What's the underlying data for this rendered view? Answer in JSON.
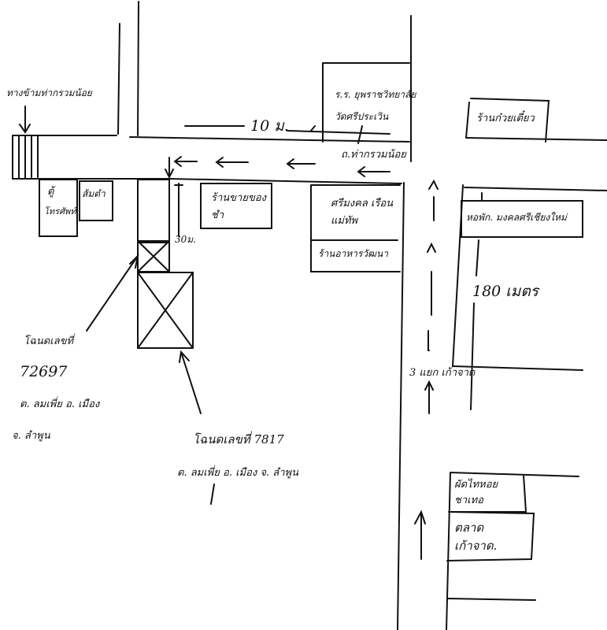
{
  "map": {
    "crosswalk_label": "ทางข้ามท่ากรวมน้อย",
    "school_label": "ร.ร. ยุพราชวิทยาลัย",
    "school_label_2": "วัดศรีประเวิน",
    "distance_10m": "10 ม.",
    "road_name": "ถ.ท่ากรวมน้อย",
    "phone_booth_1": "ตู้",
    "phone_booth_2": "โทรศัพท์",
    "somtam": "ส้มตำ",
    "grocery_1": "ร้านขายของ",
    "grocery_2": "ชำ",
    "house_1": "ศรีมงคล เรือน",
    "house_2": "แม่ทัพ",
    "restaurant": "ร้านอาหารวัฒนา",
    "distance_30m": "30ม.",
    "noodle_shop": "ร้านก๋วยเตี๋ยว",
    "dormitory": "หอพัก. มงคลศรีเชียงใหม่",
    "distance_180m": "180 เมตร",
    "junction": "3 แยก เก้าจาด",
    "padthai_1": "ผัดไทหอย",
    "padthai_2": "ชาเทอ",
    "market_1": "ตลาด",
    "market_2": "เก้าจาด.",
    "deed_a_title": "โฉนดเลขที่",
    "deed_a_number": "72697",
    "deed_a_line1": "ต. ลมเพี่ย อ. เมือง",
    "deed_a_line2": "จ. ลำพูน",
    "deed_b_title": "โฉนดเลขที่ 7817",
    "deed_b_line1": "ต. ลมเพี่ย อ. เมือง จ. ลำพูน"
  }
}
